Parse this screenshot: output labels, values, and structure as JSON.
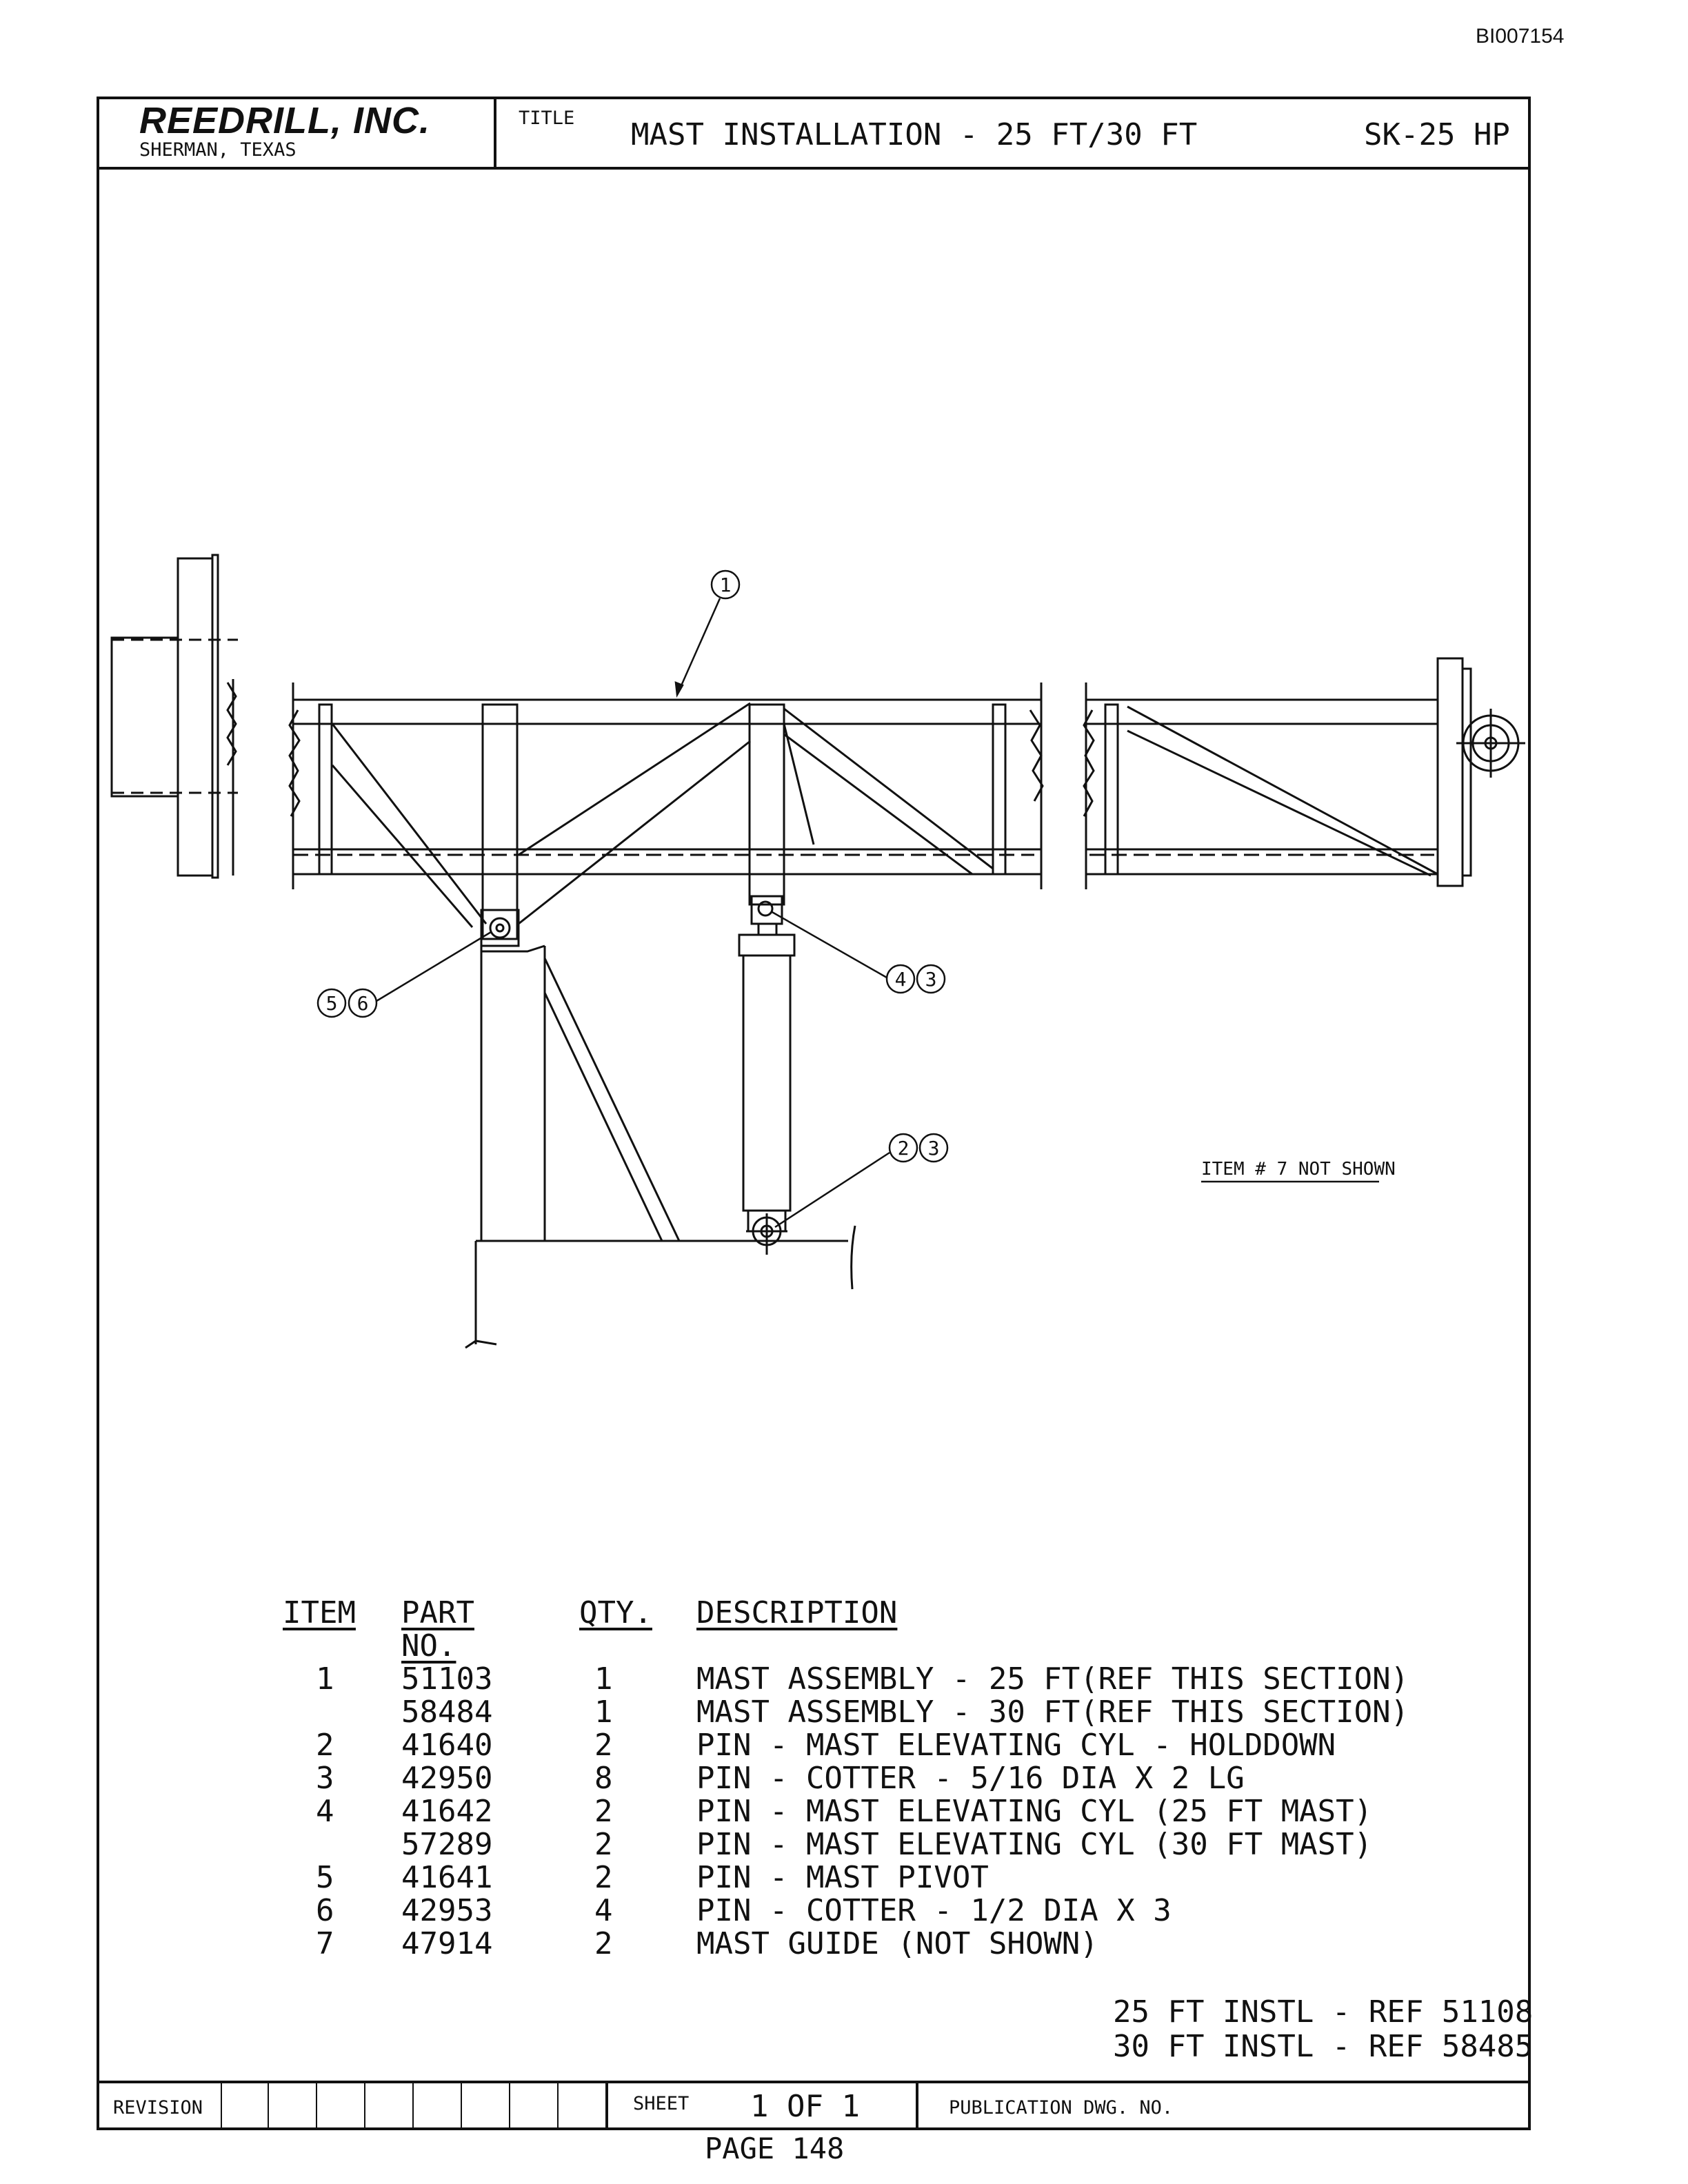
{
  "document_id": "BI007154",
  "title_block": {
    "company": "REEDRILL, INC.",
    "location": "SHERMAN, TEXAS",
    "title_label": "TITLE",
    "title": "MAST INSTALLATION - 25 FT/30 FT",
    "model": "SK-25 HP"
  },
  "callouts": {
    "c1": "1",
    "c5": "5",
    "c6": "6",
    "c4": "4",
    "c3a": "3",
    "c2": "2",
    "c3b": "3"
  },
  "note": "ITEM # 7 NOT SHOWN",
  "parts_list": {
    "headers": {
      "item": "ITEM",
      "part_no": "PART NO.",
      "qty": "QTY.",
      "description": "DESCRIPTION"
    },
    "rows": [
      {
        "item": "1",
        "part_no": "51103",
        "qty": "1",
        "description": "MAST ASSEMBLY - 25 FT(REF THIS SECTION)"
      },
      {
        "item": "",
        "part_no": "58484",
        "qty": "1",
        "description": "MAST ASSEMBLY - 30 FT(REF THIS SECTION)"
      },
      {
        "item": "2",
        "part_no": "41640",
        "qty": "2",
        "description": "PIN - MAST ELEVATING CYL - HOLDDOWN"
      },
      {
        "item": "3",
        "part_no": "42950",
        "qty": "8",
        "description": "PIN - COTTER - 5/16 DIA X 2 LG"
      },
      {
        "item": "4",
        "part_no": "41642",
        "qty": "2",
        "description": "PIN - MAST ELEVATING CYL (25 FT MAST)"
      },
      {
        "item": "",
        "part_no": "57289",
        "qty": "2",
        "description": "PIN - MAST ELEVATING CYL (30 FT MAST)"
      },
      {
        "item": "5",
        "part_no": "41641",
        "qty": "2",
        "description": "PIN - MAST PIVOT"
      },
      {
        "item": "6",
        "part_no": "42953",
        "qty": "4",
        "description": "PIN - COTTER - 1/2 DIA X 3"
      },
      {
        "item": "7",
        "part_no": "47914",
        "qty": "2",
        "description": "MAST GUIDE (NOT SHOWN)"
      }
    ]
  },
  "references": {
    "ref_25": "25 FT INSTL - REF 51108",
    "ref_30": "30 FT INSTL - REF 58485"
  },
  "bottom_block": {
    "revision_label": "REVISION",
    "sheet_label": "SHEET",
    "sheet_value": "1 OF 1",
    "publication_label": "PUBLICATION DWG. NO."
  },
  "page_number": "PAGE 148"
}
